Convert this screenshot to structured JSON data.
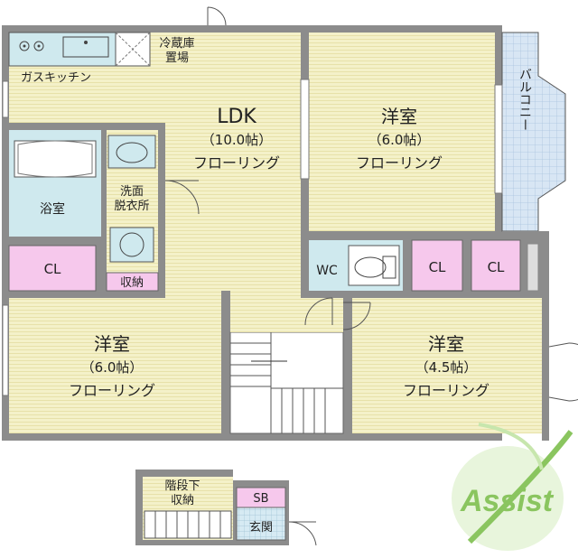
{
  "rooms": {
    "ldk": {
      "name": "LDK",
      "size": "（10.0帖）",
      "floor": "フローリング"
    },
    "west_room_top": {
      "name": "洋室",
      "size": "（6.0帖）",
      "floor": "フローリング"
    },
    "west_room_bottom": {
      "name": "洋室",
      "size": "（6.0帖）",
      "floor": "フローリング"
    },
    "west_room_small": {
      "name": "洋室",
      "size": "（4.5帖）",
      "floor": "フローリング"
    },
    "bath": "浴室",
    "washroom": "洗面\n脱衣所",
    "wc": "WC",
    "cl_left": "CL",
    "cl_mid": "CL",
    "cl_right": "CL",
    "storage": "収納",
    "fridge": "冷蔵庫\n置場",
    "kitchen": "ガスキッチン",
    "balcony": "バルコニー",
    "under_stairs": "階段下\n収納",
    "shoe_box": "SB",
    "entrance": "玄関"
  },
  "logo": {
    "text": "Assist"
  },
  "colors": {
    "wall": "#8c8c8c",
    "floor": "#f4f1c9",
    "floor_line": "#e6e0a8",
    "wet": "#cfe9ee",
    "closet": "#f6c8ec",
    "balcony": "#d8e6f4",
    "logo_green": "#9fd27a"
  }
}
